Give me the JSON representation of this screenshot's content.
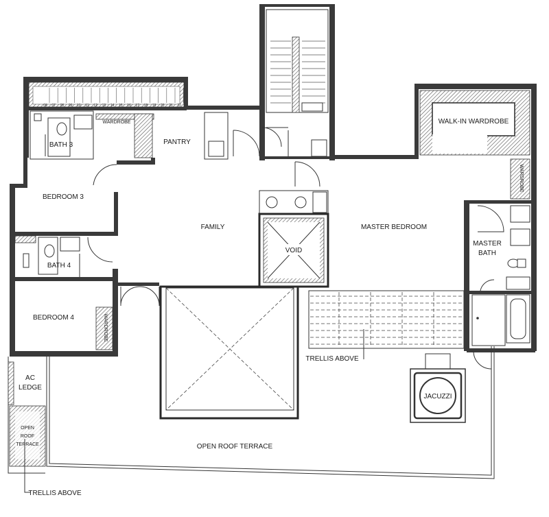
{
  "plan": {
    "rooms": {
      "bath3": "BATH 3",
      "wardrobe_top": "WARDROBE",
      "pantry": "PANTRY",
      "walk_in_wardrobe": "WALK-IN WARDROBE",
      "wardrobe_right": "WARDROBE",
      "bedroom3": "BEDROOM 3",
      "family": "FAMILY",
      "master_bedroom": "MASTER BEDROOM",
      "master_bath_line1": "MASTER",
      "master_bath_line2": "BATH",
      "void": "VOID",
      "bath4": "BATH 4",
      "bedroom4": "BEDROOM 4",
      "wardrobe_left": "WARDROBE",
      "ac_ledge_line1": "AC",
      "ac_ledge_line2": "LEDGE",
      "jacuzzi": "JACUZZI",
      "open_roof_terrace": "OPEN ROOF TERRACE",
      "small_terrace_line1": "OPEN",
      "small_terrace_line2": "ROOF",
      "small_terrace_line3": "TERRACE"
    },
    "notes": {
      "trellis_center": "TRELLIS ABOVE",
      "trellis_left": "TRELLIS ABOVE"
    },
    "stair_numbers": [
      "06",
      "07",
      "08",
      "09",
      "10",
      "11",
      "12",
      "13",
      "14",
      "15",
      "16",
      "17",
      "18",
      "19",
      "20",
      "21",
      "22"
    ]
  }
}
